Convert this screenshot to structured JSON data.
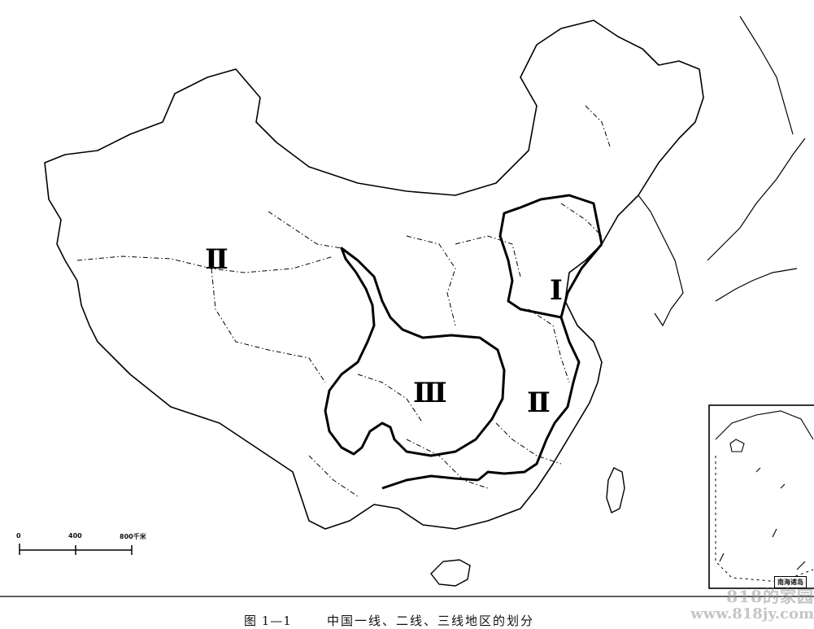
{
  "caption": {
    "figure_number": "图 1—1",
    "title": "中国一线、二线、三线地区的划分"
  },
  "regions": [
    {
      "label": "I"
    },
    {
      "label": "II"
    },
    {
      "label": "III"
    },
    {
      "label": "II"
    }
  ],
  "scale_bar": {
    "ticks": [
      "0",
      "400",
      "800千米"
    ]
  },
  "inset": {
    "label": "南海诸岛"
  },
  "watermark": {
    "line1": "818的家园",
    "line2": "www.818jy.com"
  },
  "colors": {
    "line": "#000000",
    "background": "#ffffff",
    "watermark": "#969696"
  }
}
